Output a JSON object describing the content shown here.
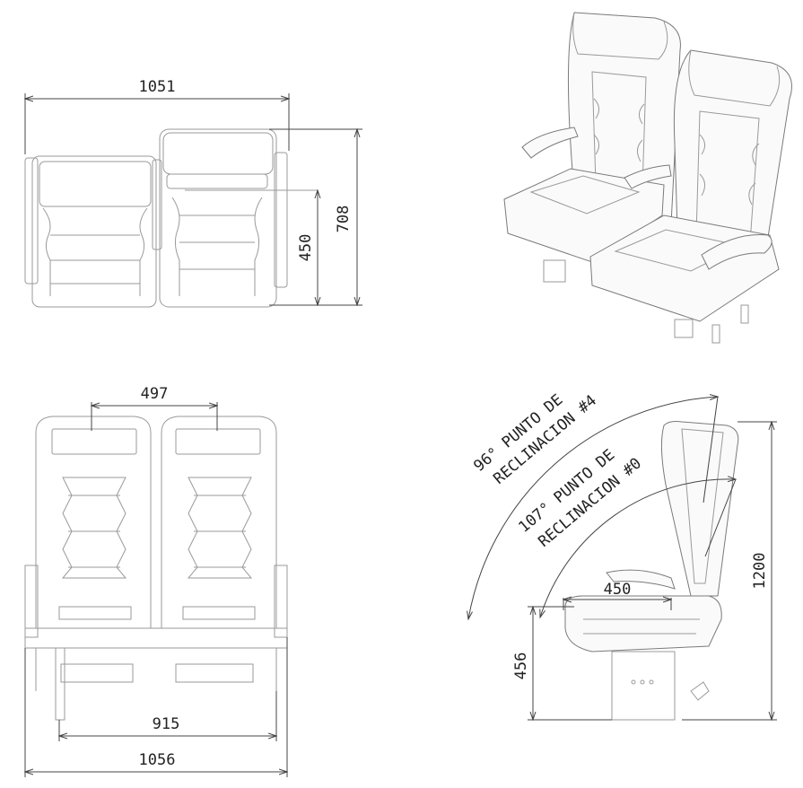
{
  "dimensions": {
    "top_width": "1051",
    "top_depth_full": "708",
    "top_depth_cushion": "450",
    "front_seat_pitch": "497",
    "front_inner_width": "915",
    "front_overall_width": "1056",
    "side_height": "1200",
    "side_seat_depth": "450",
    "side_seat_height": "456"
  },
  "annotations": {
    "recline_max_line1": "96° PUNTO DE",
    "recline_max_line2": "RECLINACION #4",
    "recline_min_line1": "107° PUNTO DE",
    "recline_min_line2": "RECLINACION #0"
  },
  "colors": {
    "dimension_line": "#444444",
    "drawing_line": "#9a9a9a",
    "background": "#ffffff"
  }
}
